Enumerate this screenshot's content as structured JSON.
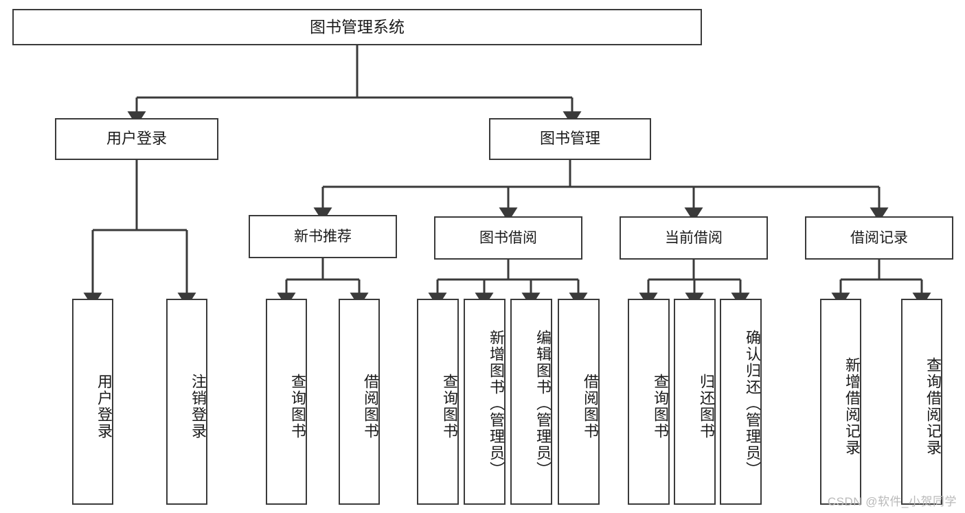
{
  "diagram": {
    "title": "图书管理系统",
    "type": "tree-hierarchy",
    "root": {
      "label": "图书管理系统"
    },
    "level1": [
      {
        "label": "用户登录"
      },
      {
        "label": "图书管理"
      }
    ],
    "level2": [
      {
        "label": "新书推荐"
      },
      {
        "label": "图书借阅"
      },
      {
        "label": "当前借阅"
      },
      {
        "label": "借阅记录"
      }
    ],
    "leaves": {
      "user_login": [
        {
          "label": "用户登录"
        },
        {
          "label": "注销登录"
        }
      ],
      "new_book_recommend": [
        {
          "label": "查询图书"
        },
        {
          "label": "借阅图书"
        }
      ],
      "book_borrow": [
        {
          "label": "查询图书"
        },
        {
          "label": "新增图书（管理员）"
        },
        {
          "label": "编辑图书（管理员）"
        },
        {
          "label": "借阅图书"
        }
      ],
      "current_borrow": [
        {
          "label": "查询图书"
        },
        {
          "label": "归还图书"
        },
        {
          "label": "确认归还（管理员）"
        }
      ],
      "borrow_record": [
        {
          "label": "新增借阅记录"
        },
        {
          "label": "查询借阅记录"
        }
      ]
    },
    "watermark": "CSDN @软件_小贺同学",
    "colors": {
      "stroke": "#3a3a3a",
      "fill": "#ffffff",
      "text": "#1a1a1a",
      "watermark": "#b9b9b9"
    }
  }
}
